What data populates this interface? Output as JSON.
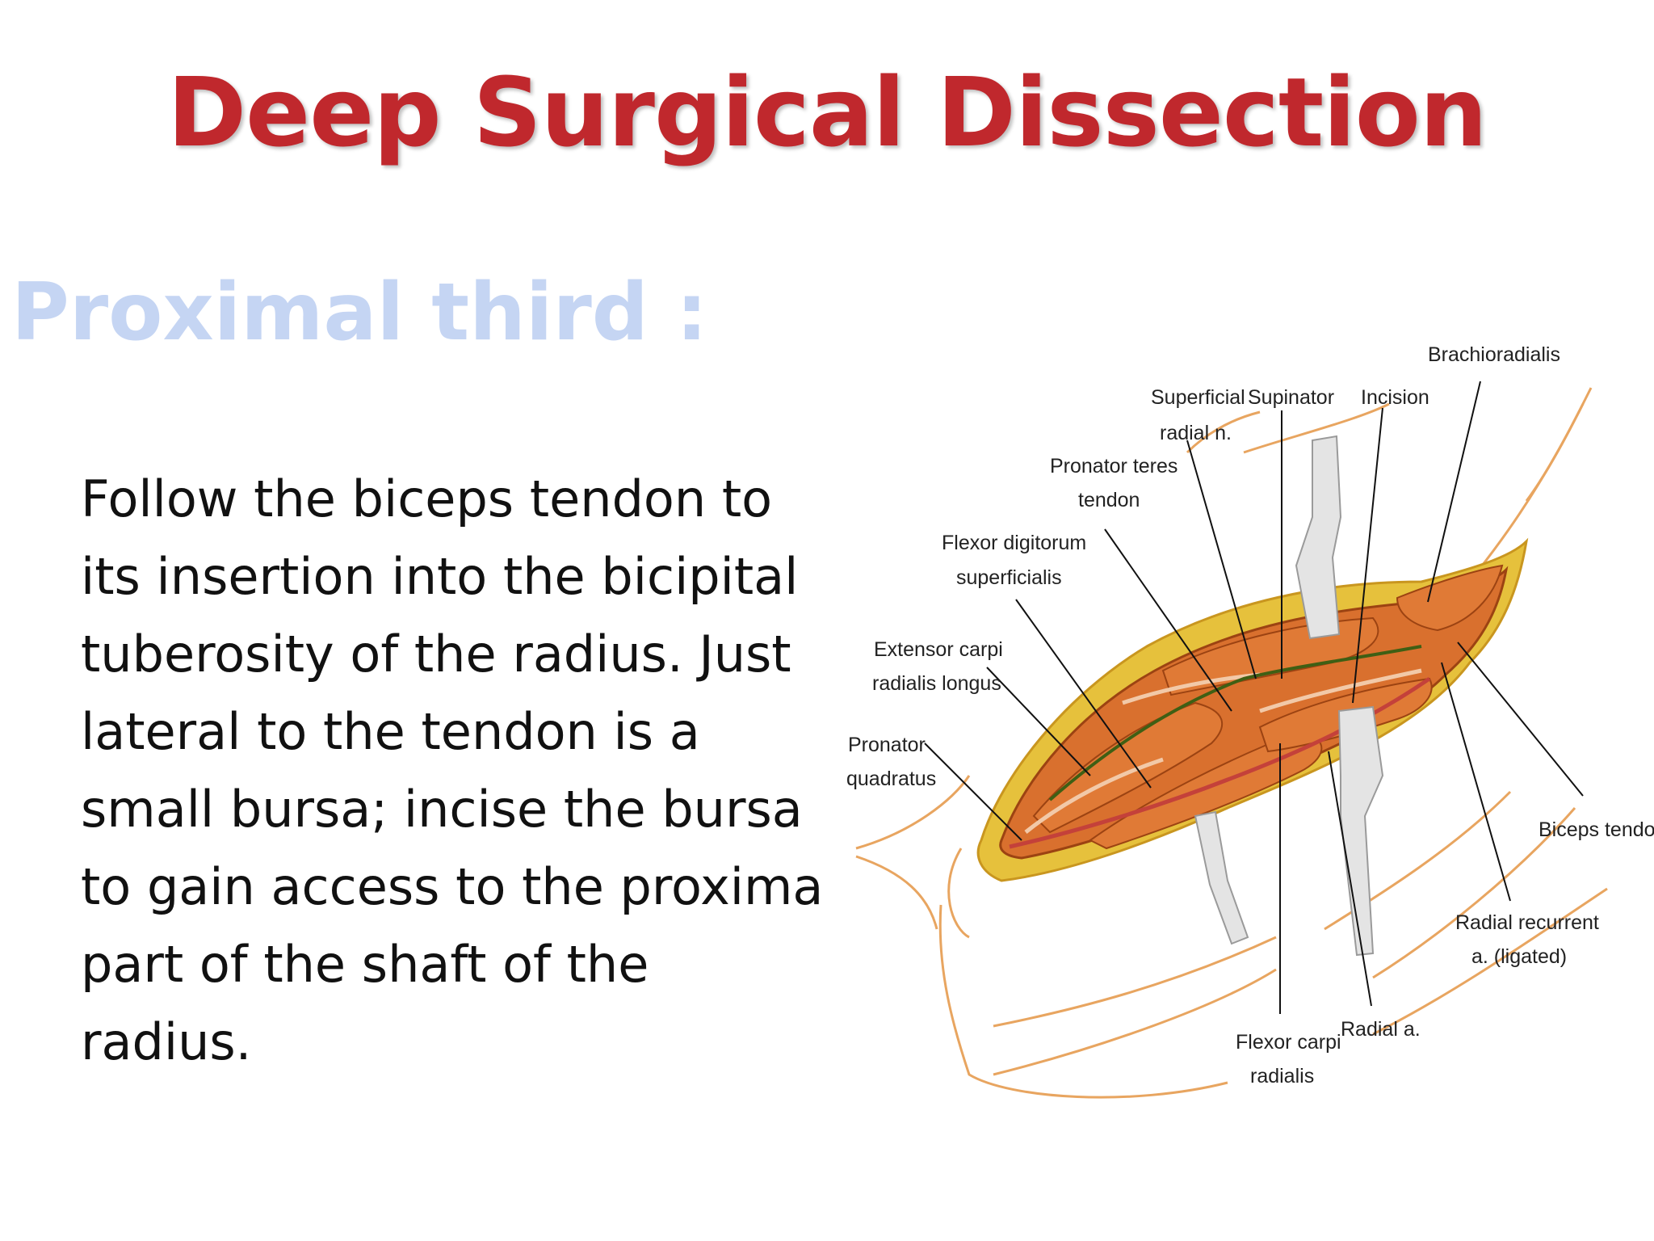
{
  "slide": {
    "title": "Deep Surgical Dissection",
    "subtitle": "Proximal third :",
    "body_lines": [
      "Follow the biceps tendon to",
      "its insertion into the bicipital",
      "tuberosity of the radius. Just",
      "lateral to the tendon is a",
      "small bursa; incise the bursa",
      "to gain access to the proxima",
      "part of the shaft of the",
      "radius."
    ]
  },
  "figure": {
    "labels": {
      "brachioradialis": "Brachioradialis",
      "superficial_radial_n": [
        "Superficial",
        "radial n."
      ],
      "supinator": "Supinator",
      "incision": "Incision",
      "pronator_teres_tendon": [
        "Pronator teres",
        "tendon"
      ],
      "flexor_digitorum_superficialis": [
        "Flexor digitorum",
        "superficialis"
      ],
      "extensor_carpi_radialis_longus": [
        "Extensor carpi",
        "radialis longus"
      ],
      "pronator_quadratus": [
        "Pronator",
        "quadratus"
      ],
      "biceps_tendon": "Biceps tendon",
      "radial_recurrent": [
        "Radial recurrent",
        "a. (ligated)"
      ],
      "radial_a": "Radial a.",
      "flexor_carpi_radialis": [
        "Flexor carpi",
        "radialis"
      ]
    },
    "colors": {
      "muscle": "#d9702e",
      "muscle_dark": "#b45218",
      "fat": "#e6c13c",
      "skin_outline": "#e8a560",
      "retractor": "#e4e4e4"
    }
  }
}
